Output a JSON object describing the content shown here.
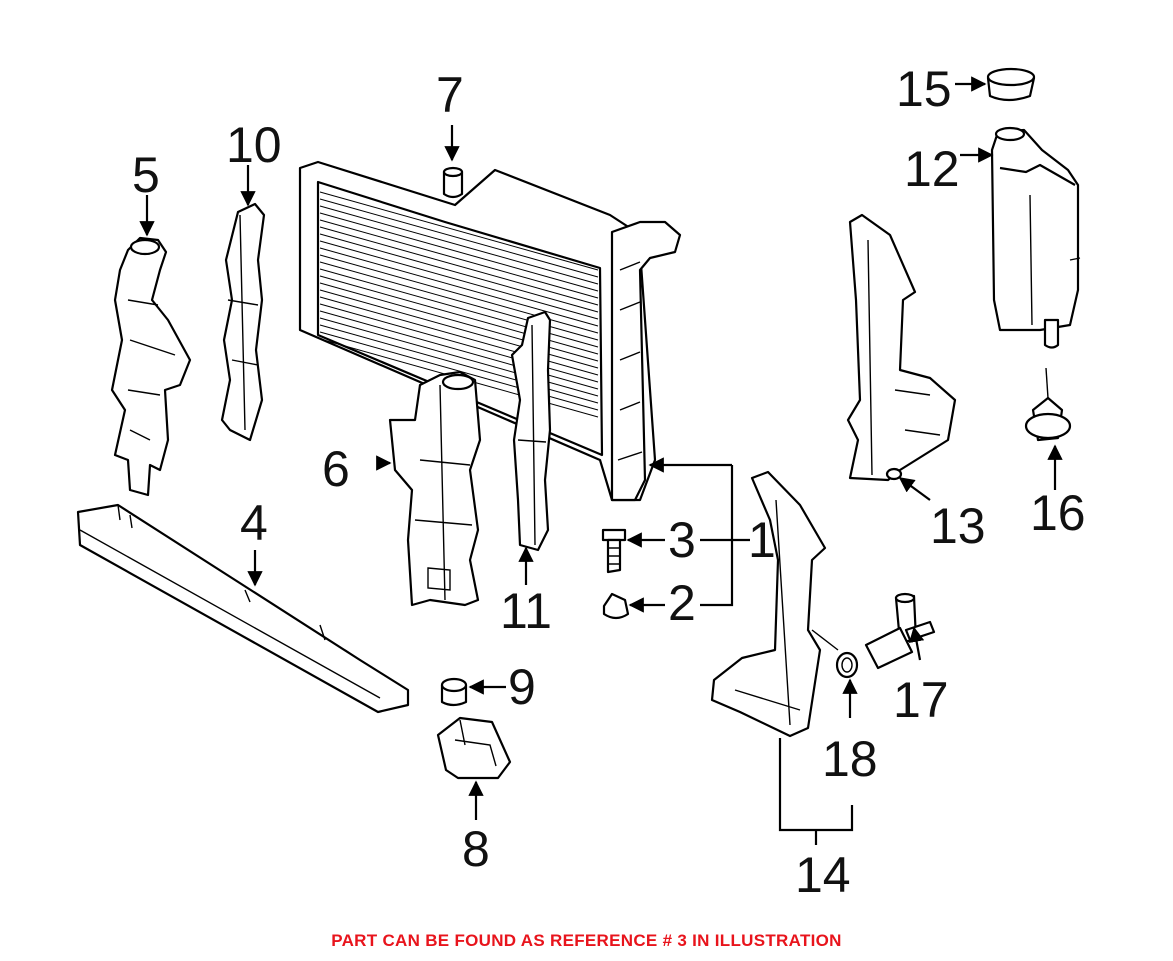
{
  "callouts": {
    "c1": "1",
    "c2": "2",
    "c3": "3",
    "c4": "4",
    "c5": "5",
    "c6": "6",
    "c7": "7",
    "c8": "8",
    "c9": "9",
    "c10": "10",
    "c11": "11",
    "c12": "12",
    "c13": "13",
    "c14": "14",
    "c15": "15",
    "c16": "16",
    "c17": "17",
    "c18": "18"
  },
  "footer_note": "PART CAN BE FOUND AS REFERENCE # 3 IN ILLUSTRATION",
  "colors": {
    "note": "#e8141c",
    "line": "#000000",
    "background": "#ffffff"
  }
}
